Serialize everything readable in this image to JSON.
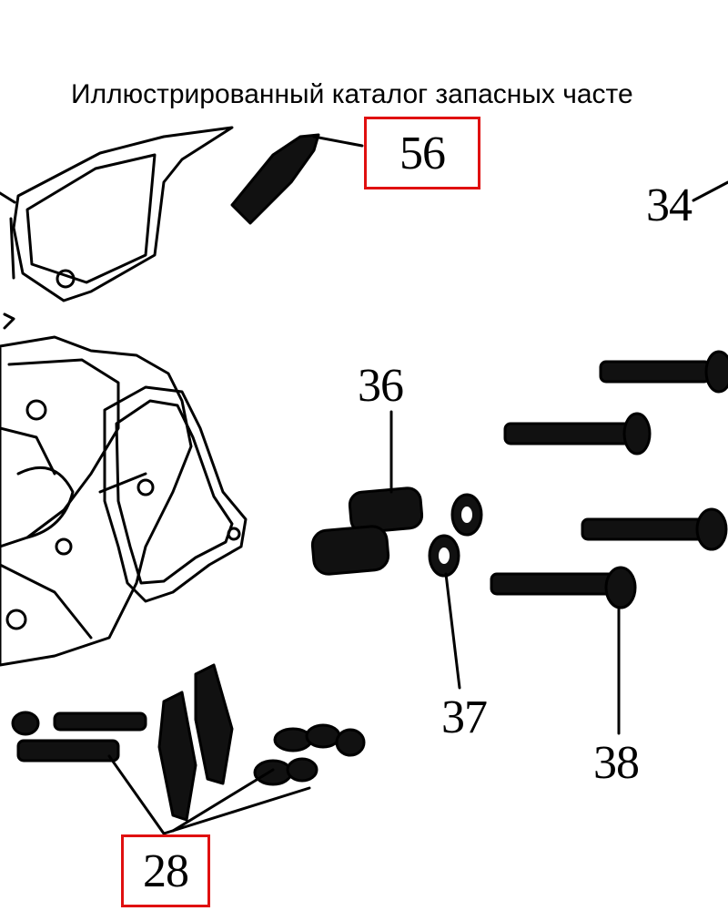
{
  "title": "Иллюстрированный каталог запасных часте",
  "callouts": [
    {
      "id": "56",
      "label": "56",
      "highlighted": true
    },
    {
      "id": "34",
      "label": "34",
      "highlighted": false
    },
    {
      "id": "36",
      "label": "36",
      "highlighted": false
    },
    {
      "id": "37",
      "label": "37",
      "highlighted": false
    },
    {
      "id": "38",
      "label": "38",
      "highlighted": false
    },
    {
      "id": "28",
      "label": "28",
      "highlighted": true
    }
  ],
  "colors": {
    "highlight_box": "#e01010",
    "line_art": "#000000"
  }
}
